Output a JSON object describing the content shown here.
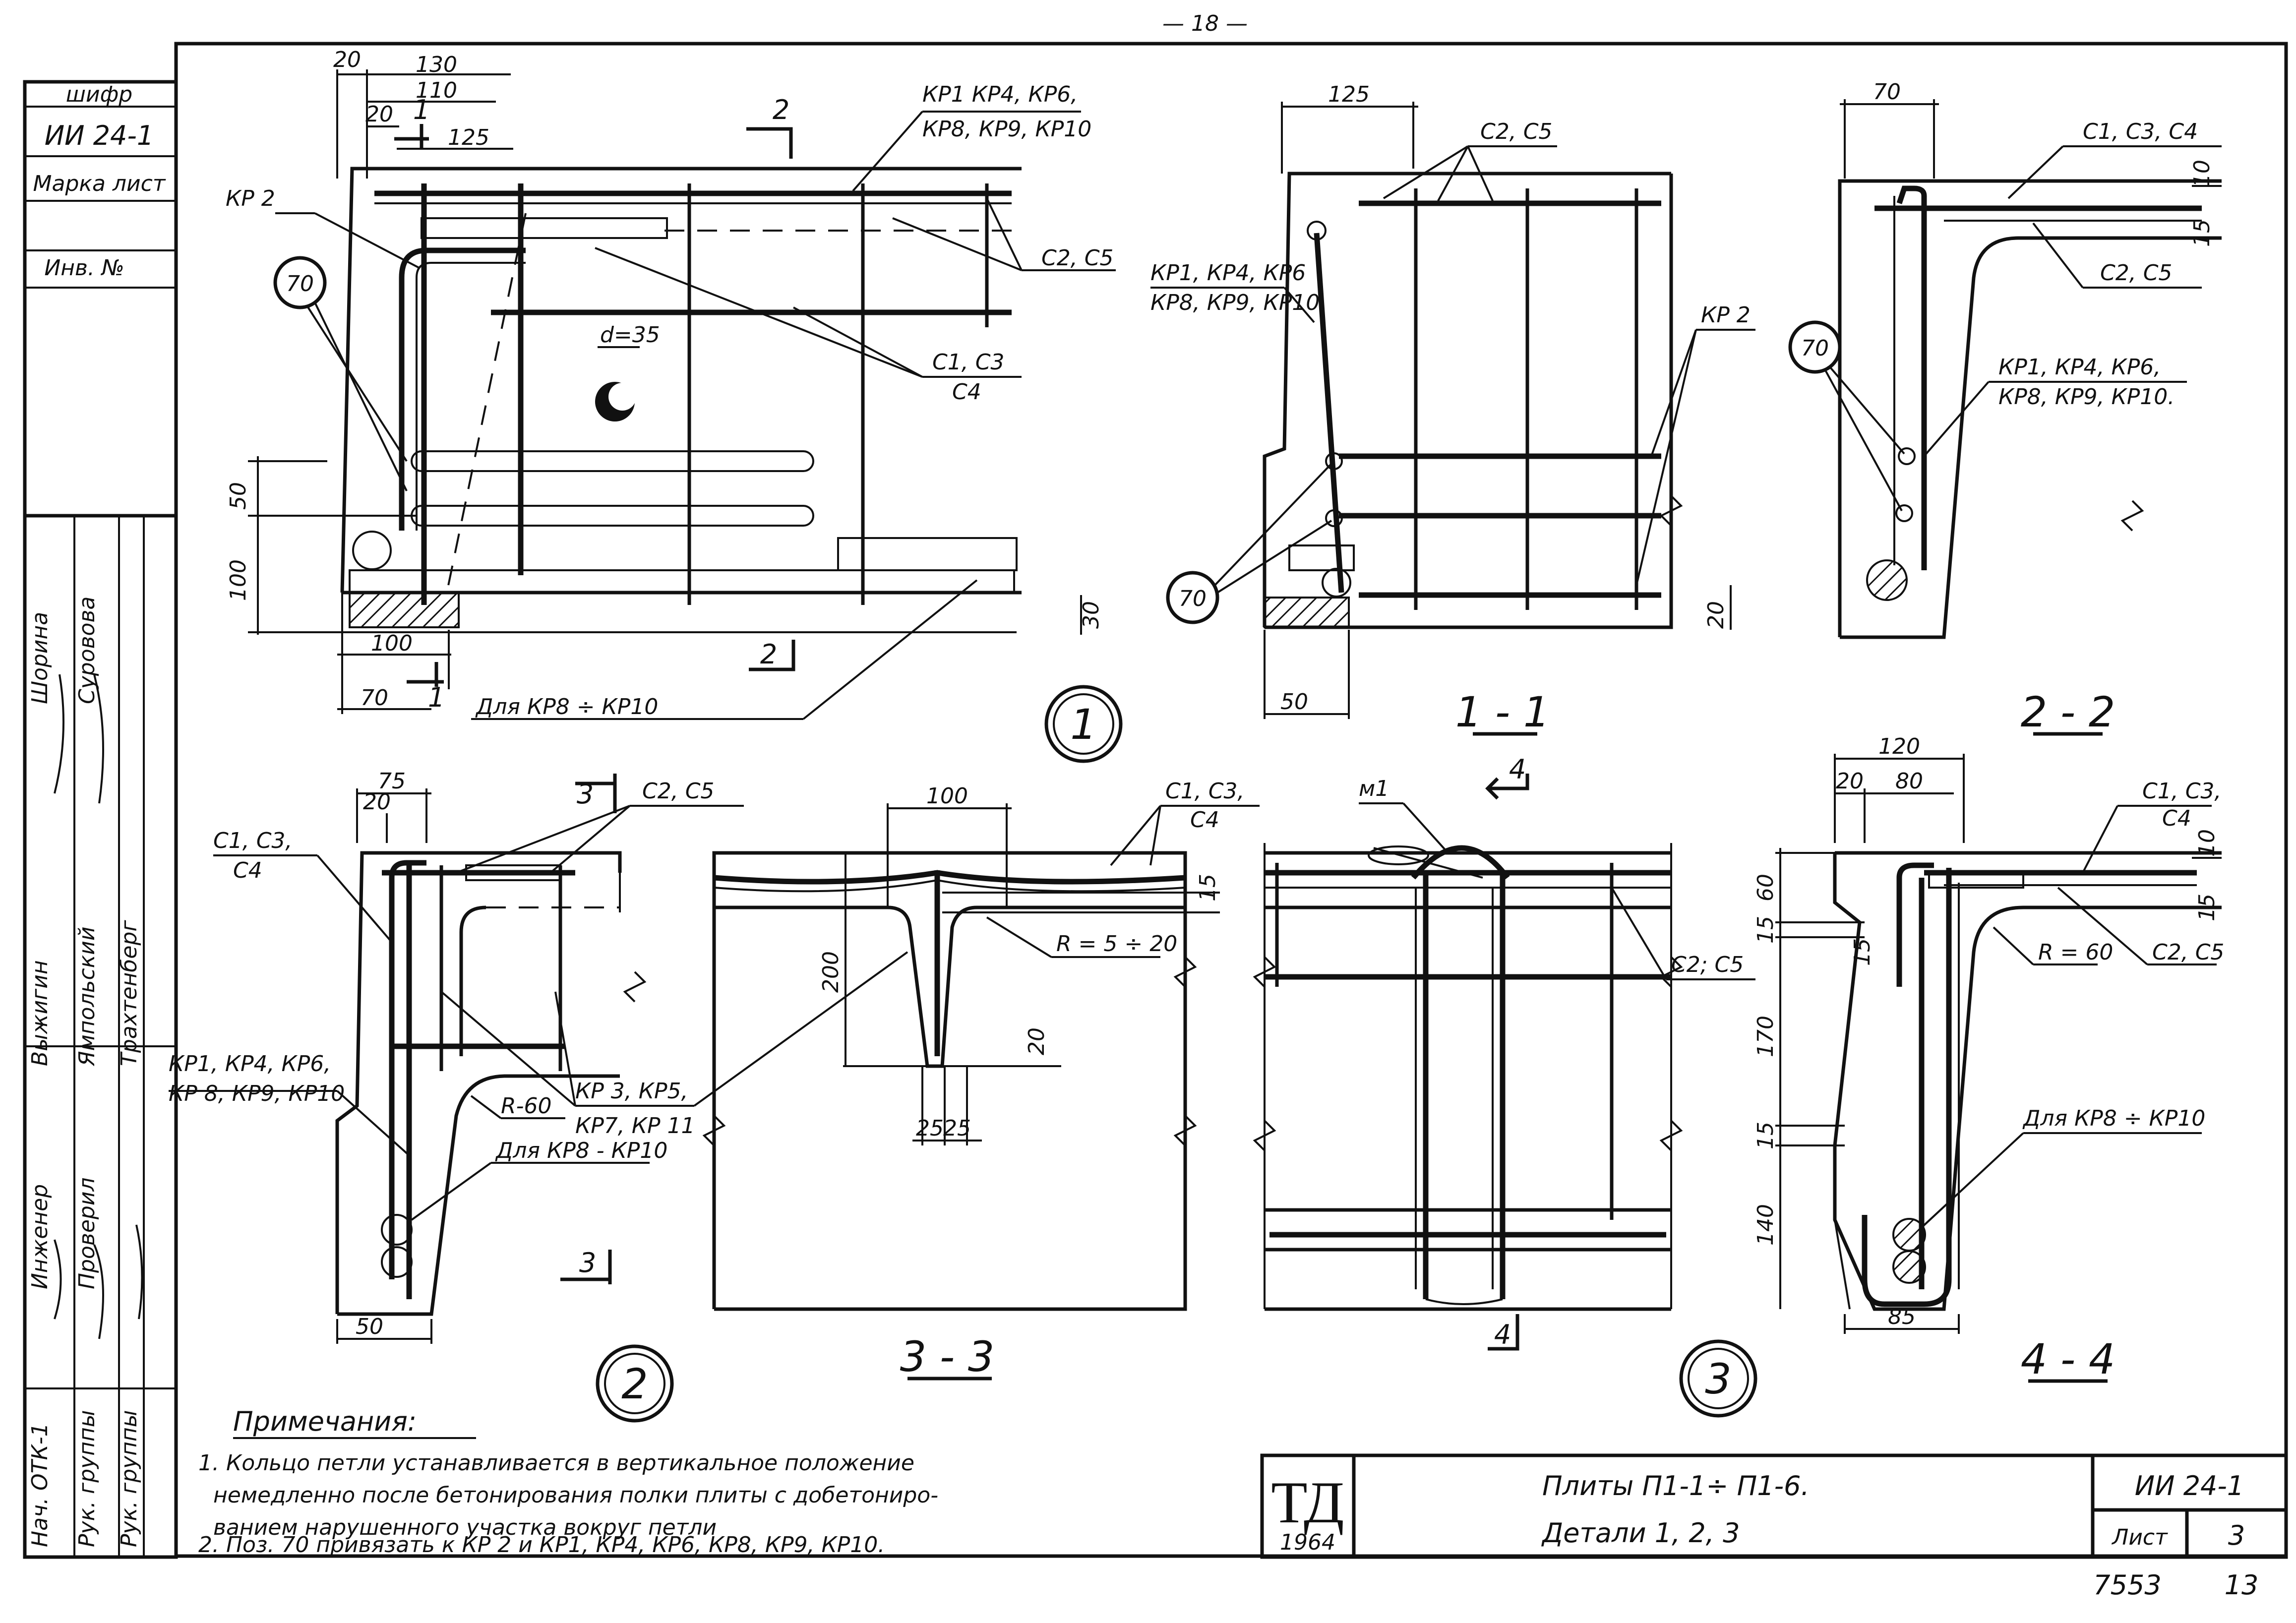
{
  "sheet": {
    "top_page_number": "— 18 —",
    "corner_bottom_left": "7553",
    "corner_bottom_right": "13"
  },
  "side_stamp": {
    "cipher_label": "шифр",
    "cipher_value": "ИИ 24-1",
    "mark_label": "Марка лист",
    "inv_label": "Инв. №",
    "roles": [
      "Нач. ОТК-1",
      "Рук. группы",
      "Рук. группы",
      "Инженер",
      "Проверил",
      "Выжигин",
      "Ямпольский",
      "Трахтенберг",
      "Шорина",
      "Суровова"
    ]
  },
  "title_block": {
    "logo": "ТД",
    "year": "1964",
    "title_line1": "Плиты П1-1÷ П1-6.",
    "title_line2": "Детали 1, 2, 3",
    "code": "ИИ 24-1",
    "sheet_label": "Лист",
    "sheet_no": "3"
  },
  "notes": {
    "heading": "Примечания:",
    "lines": [
      "1. Кольцо петли устанавливается в вертикальное положение",
      "немедленно после бетонирования полки плиты с добетониро-",
      "ванием нарушенного участка вокруг петли",
      "2. Поз. 70 привязать к КР 2 и КР1, КР4, КР6, КР8, КР9, КР10."
    ]
  },
  "detail_1": {
    "circle": "1",
    "dims": [
      "20",
      "130",
      "110",
      "20",
      "125",
      "50",
      "100",
      "100",
      "70",
      "30"
    ],
    "cut_marks": [
      "1",
      "1",
      "2",
      "2"
    ],
    "kr2": "КР 2",
    "kr_list_1": "КР1 КР4, КР6,",
    "kr_list_2": "КР8, КР9, КР10",
    "c2c5": "С2, С5",
    "c1c3": "С1, С3",
    "c4": "С4",
    "hole": "d=35",
    "pos": "70",
    "note": "Для КР8 ÷ КР10"
  },
  "section_1_1": {
    "label": "1 - 1",
    "dims": [
      "125",
      "50",
      "20"
    ],
    "c2c5": "С2, С5",
    "kr_list_1": "КР1, КР4, КР6",
    "kr_list_2": "КР8, КР9, КР10",
    "kr2": "КР 2",
    "pos": "70"
  },
  "section_2_2": {
    "label": "2 - 2",
    "dims": [
      "70",
      "10",
      "15"
    ],
    "c1c3c4": "С1, С3, С4",
    "c2c5": "С2, С5",
    "kr_list_1": "КР1, КР4, КР6,",
    "kr_list_2": "КР8, КР9, КР10.",
    "pos": "70"
  },
  "detail_2": {
    "circle": "2",
    "dims": [
      "75",
      "20",
      "50"
    ],
    "cut": "3",
    "c1c3": "С1, С3,",
    "c4": "С4",
    "c2c5": "С2, С5",
    "kr_list_1": "КР1, КР4, КР6,",
    "kr_list_2": "КР 8, КР9, КР10",
    "kr3": "КР 3, КР5,",
    "kr7": "КР7, КР 11",
    "radius": "R-60",
    "note": "Для КР8 - КР10"
  },
  "section_3_3": {
    "label": "3 - 3",
    "dims": [
      "100",
      "200",
      "15",
      "20",
      "25",
      "25"
    ],
    "radius": "R = 5 ÷ 20",
    "c1c3": "С1, С3,",
    "c4": "С4"
  },
  "detail_3": {
    "circle": "3",
    "cut": "4",
    "m1": "м1",
    "c2c5": "С2; С5"
  },
  "section_4_4": {
    "label": "4 - 4",
    "dims": [
      "120",
      "20",
      "80",
      "60",
      "15",
      "15",
      "170",
      "15",
      "140",
      "85",
      "10",
      "15"
    ],
    "c1c3": "С1, С3,",
    "c4": "С4",
    "radius": "R = 60",
    "c2c5": "С2, С5",
    "note": "Для КР8 ÷ КР10"
  }
}
